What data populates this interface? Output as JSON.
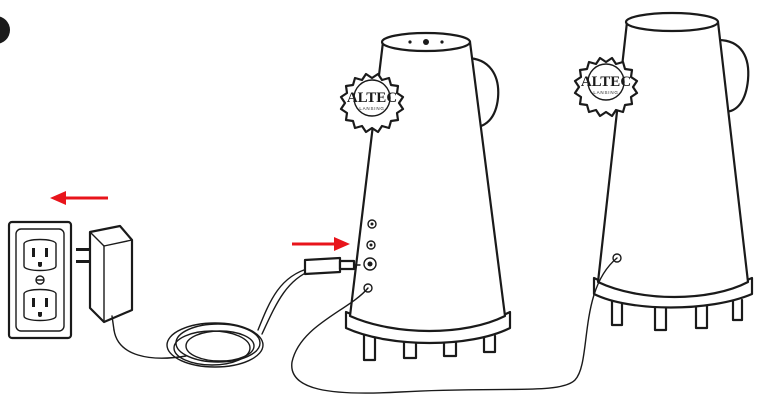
{
  "speaker_left": {
    "brand": "ALTEC",
    "sub_brand": "LANSING"
  },
  "speaker_right": {
    "brand": "ALTEC",
    "sub_brand": "LANSING"
  },
  "colors": {
    "ink": "#1a1a1a",
    "arrow": "#e8141b",
    "background": "#ffffff"
  },
  "arrows": [
    {
      "name": "unplug-direction-arrow",
      "direction": "left"
    },
    {
      "name": "plug-in-direction-arrow",
      "direction": "right"
    }
  ],
  "icons": [
    "step-marker-icon",
    "wall-outlet-icon",
    "power-adapter-icon",
    "dc-plug-icon",
    "satellite-cable-icon"
  ]
}
